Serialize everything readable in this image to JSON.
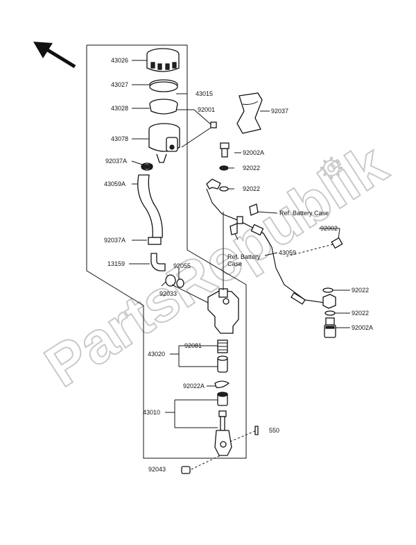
{
  "watermark": "PartsRepublik",
  "parts": {
    "p43026": "43026",
    "p43027": "43027",
    "p43028": "43028",
    "p43015": "43015",
    "p92037": "92037",
    "p92001": "92001",
    "p43078": "43078",
    "p92002A_top": "92002A",
    "p92037A_top": "92037A",
    "p92022_a": "92022",
    "p43059A": "43059A",
    "p92022_b": "92022",
    "ref_battery_1": "Ref. Battery Case",
    "p92002": "92002",
    "ref_battery_2a": "Ref. Battery",
    "ref_battery_2b": "Case",
    "p92037A_bottom": "92037A",
    "p43059": "43059",
    "p13159": "13159",
    "p92055": "92055",
    "p92022_c": "92022",
    "p92033": "92033",
    "p92022_d": "92022",
    "p92002A_bottom": "92002A",
    "p92081": "92081",
    "p43020": "43020",
    "p92022A": "92022A",
    "p43010": "43010",
    "p550": "550",
    "p92043": "92043"
  }
}
